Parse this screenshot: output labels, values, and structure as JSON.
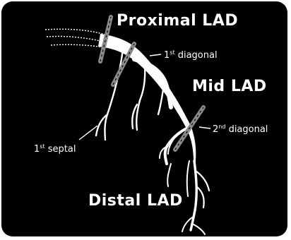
{
  "labels": {
    "proximal": "Proximal LAD",
    "mid": "Mid LAD",
    "distal": "Distal LAD",
    "first_diagonal_num": "1",
    "first_diagonal_sup": "st",
    "first_diagonal_text": " diagonal",
    "second_diagonal_num": "2",
    "second_diagonal_sup": "nd",
    "second_diagonal_text": " diagonal",
    "first_septal_num": "1",
    "first_septal_sup": "st",
    "first_septal_text": " septal"
  },
  "colors": {
    "background": "#000000",
    "vessel": "#ffffff",
    "marker": "#8a8a8a"
  }
}
